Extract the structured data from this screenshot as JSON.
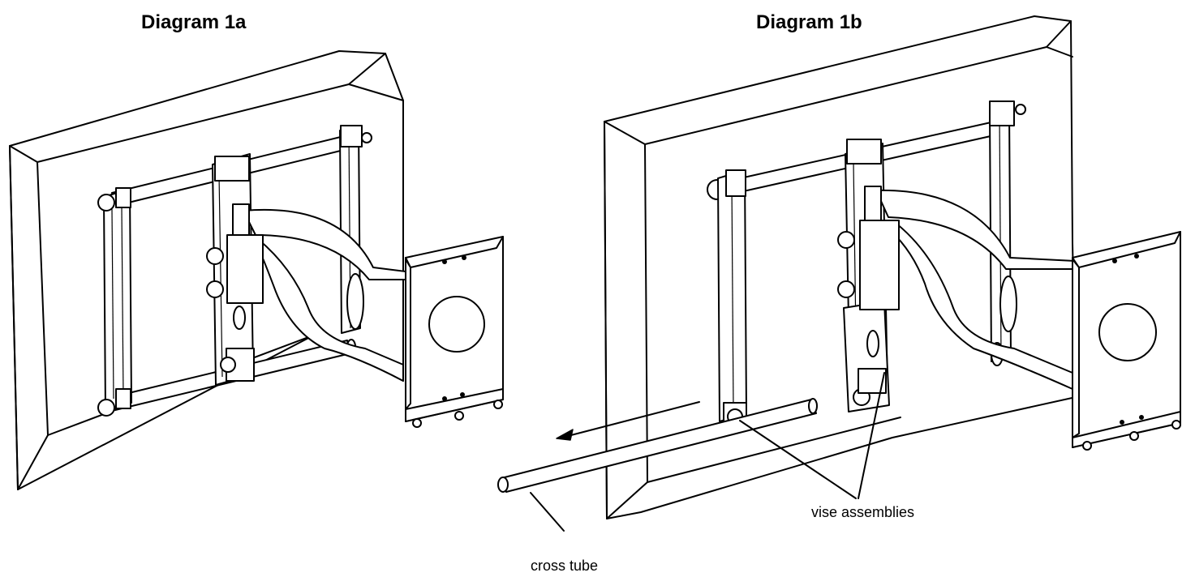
{
  "diagrams": [
    {
      "title": "Diagram 1a"
    },
    {
      "title": "Diagram 1b"
    }
  ],
  "callouts": {
    "cross_tube": "cross tube",
    "vise_assemblies": "vise assemblies"
  },
  "colors": {
    "line": "#000000",
    "background": "#ffffff"
  }
}
